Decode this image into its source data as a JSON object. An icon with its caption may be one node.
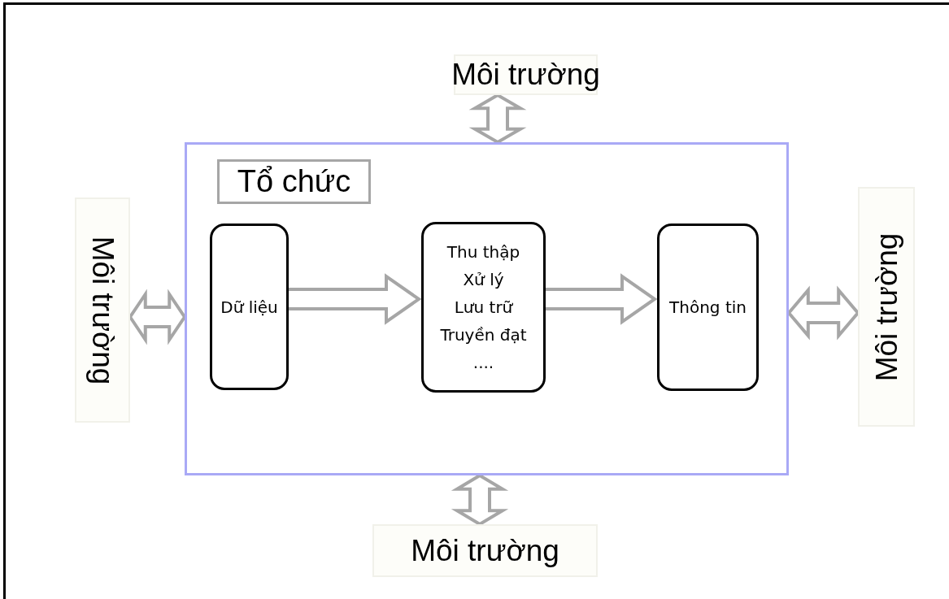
{
  "diagram": {
    "nodes": [
      {
        "text": [
          "Môi trường"
        ]
      },
      {
        "text": [
          "Môi trường"
        ]
      },
      {
        "text": [
          "Tổ chức"
        ]
      },
      {
        "text": [
          "Dữ liệu"
        ],
        "in": 2
      },
      {
        "text": [
          "Thu thập",
          "Xử lý",
          "Lưu trữ",
          "Truyền đạt",
          "...."
        ],
        "in": 2
      },
      {
        "text": [
          "Thông tin"
        ],
        "in": 2
      },
      {
        "text": [
          "Môi trường"
        ]
      },
      {
        "text": [
          "Môi trường"
        ]
      }
    ],
    "edges": [
      {
        "from": 0,
        "to": 2,
        "arrow": "both"
      },
      {
        "from": 1,
        "to": 2,
        "arrow": "both"
      },
      {
        "from": 3,
        "to": 4,
        "arrow": "to"
      },
      {
        "from": 4,
        "to": 5,
        "arrow": "to"
      },
      {
        "from": 2,
        "to": 6,
        "arrow": "both"
      },
      {
        "from": 2,
        "to": 7,
        "arrow": "both"
      }
    ]
  }
}
